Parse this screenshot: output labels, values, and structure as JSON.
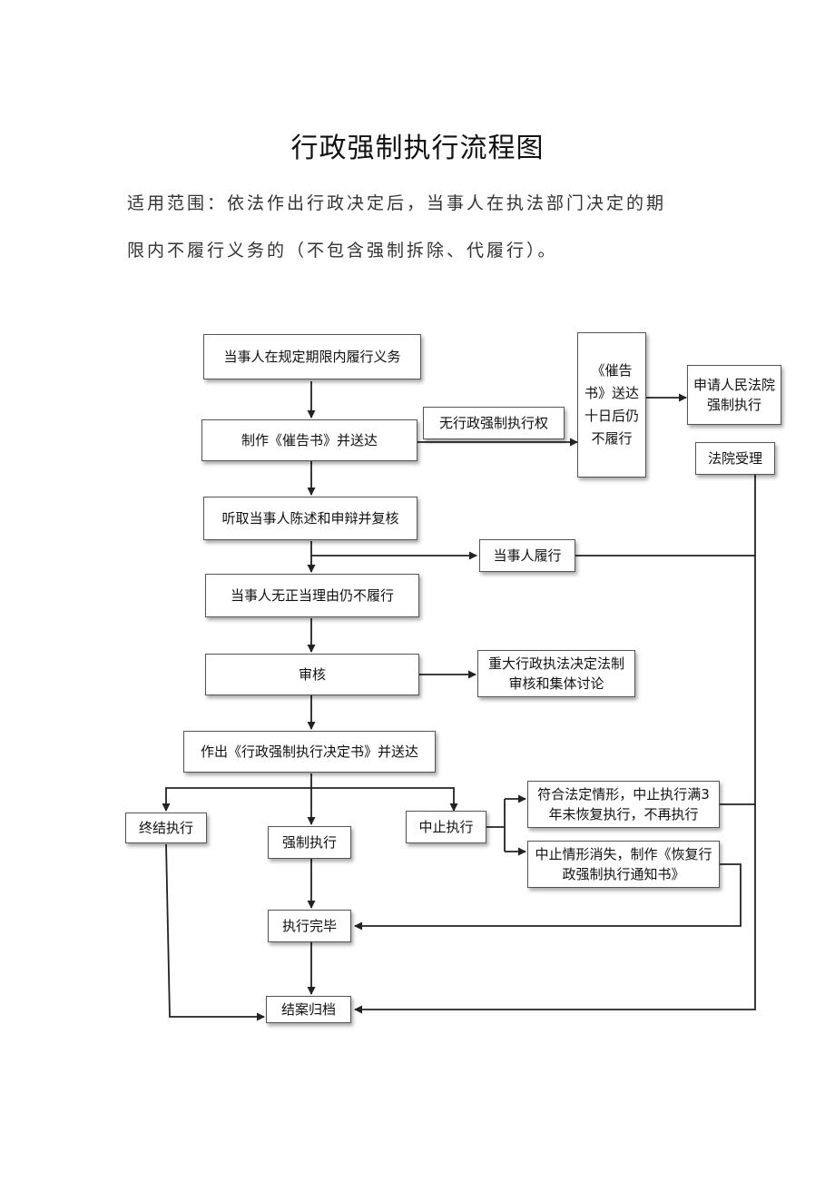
{
  "title": "行政强制执行流程图",
  "scope": {
    "line1": "适用范围：依法作出行政决定后，当事人在执法部门决定的期",
    "line2": "限内不履行义务的（不包含强制拆除、代履行）。"
  },
  "nodes": {
    "fulfill_in_period": "当事人在规定期限内履行义务",
    "make_notice": "制作《催告书》并送达",
    "no_power": "无行政强制执行权",
    "notice_unfulfilled": "《催告书》送达十日后仍不履行",
    "apply_court": "申请人民法院强制执行",
    "court_accept": "法院受理",
    "hear_statement": "听取当事人陈述和申辩并复核",
    "party_fulfills": "当事人履行",
    "no_reason_unfulfilled": "当事人无正当理由仍不履行",
    "review": "审核",
    "legal_review": "重大行政执法决定法制审核和集体讨论",
    "make_decision": "作出《行政强制执行决定书》并送达",
    "terminate": "终结执行",
    "enforce": "强制执行",
    "suspend": "中止执行",
    "suspend_3y": "符合法定情形，中止执行满3年未恢复执行，不再执行",
    "resume": "中止情形消失，制作《恢复行政强制执行通知书》",
    "execution_done": "执行完毕",
    "close_case": "结案归档"
  }
}
